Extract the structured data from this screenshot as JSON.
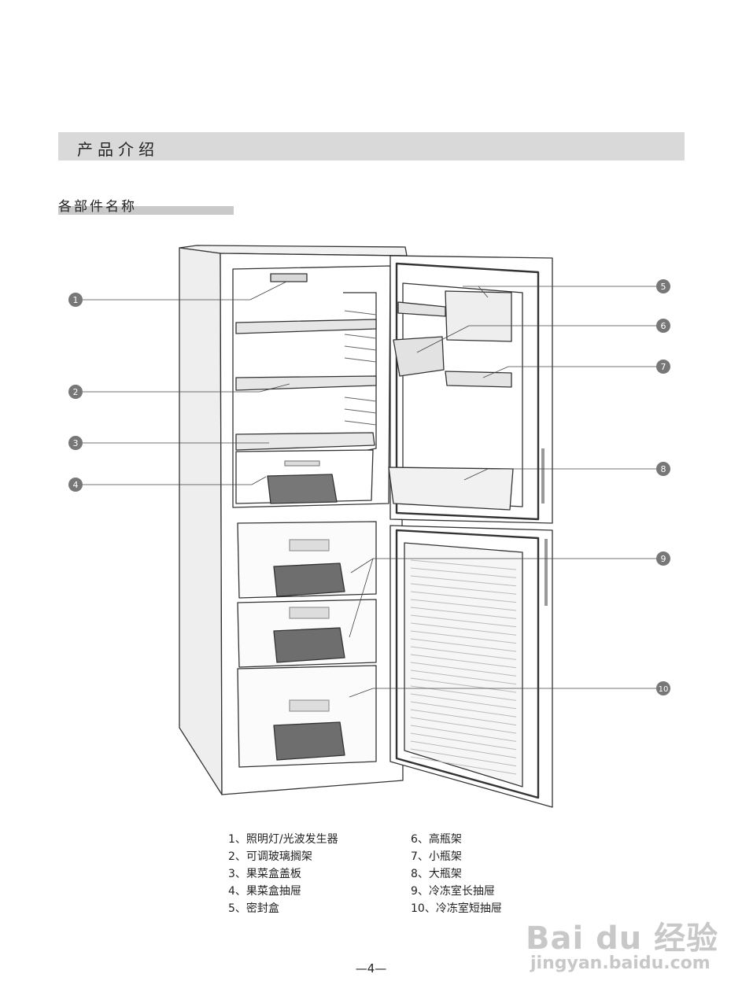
{
  "section_title": "产品介绍",
  "subsection_title": "各部件名称",
  "callouts": [
    "1",
    "2",
    "3",
    "4",
    "5",
    "6",
    "7",
    "8",
    "9",
    "10"
  ],
  "legend_left": [
    "1、照明灯/光波发生器",
    "2、可调玻璃搁架",
    "3、果菜盒盖板",
    "4、果菜盒抽屉",
    "5、密封盒"
  ],
  "legend_right": [
    "6、高瓶架",
    "7、小瓶架",
    "8、大瓶架",
    "9、冷冻室长抽屉",
    "10、冷冻室短抽屉"
  ],
  "page_number": "—4—",
  "watermark": {
    "logo": "Bai du 经验",
    "url": "jingyan.baidu.com"
  },
  "colors": {
    "section_bar": "#d9d9d9",
    "sub_bar": "#c9c9c9",
    "callout": "#777777"
  }
}
